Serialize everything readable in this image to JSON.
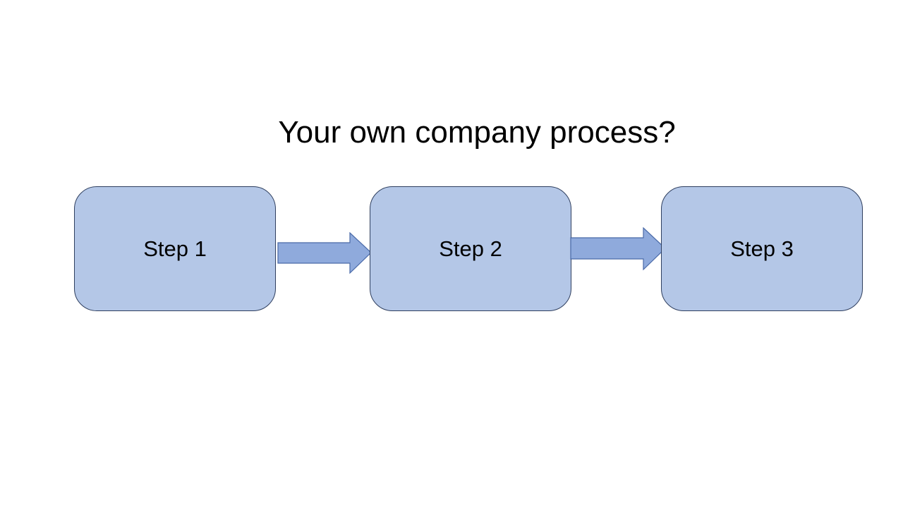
{
  "slide": {
    "title": "Your own company process?"
  },
  "steps": [
    {
      "label": "Step 1"
    },
    {
      "label": "Step 2"
    },
    {
      "label": "Step 3"
    }
  ],
  "colors": {
    "box_fill": "#b4c7e7",
    "box_border": "#2f3f5f",
    "arrow_fill": "#8faadc",
    "arrow_border": "#4a6aa8",
    "text": "#000000",
    "background": "#ffffff"
  }
}
